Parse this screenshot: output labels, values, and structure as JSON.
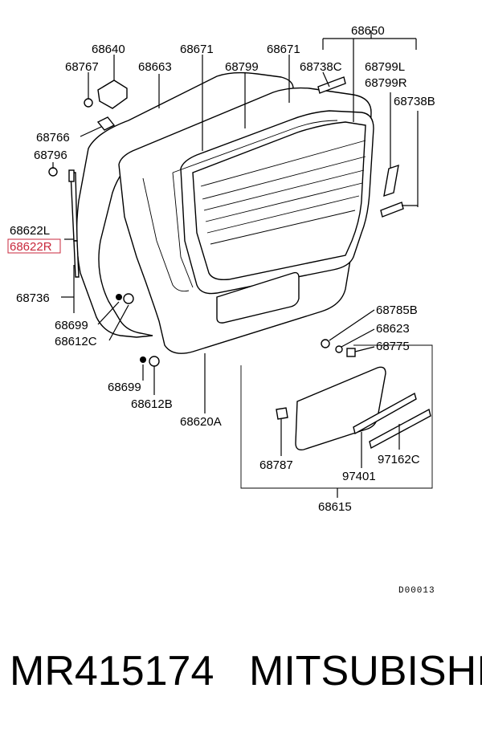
{
  "labels": {
    "l68650": "68650",
    "l68640": "68640",
    "l68671a": "68671",
    "l68671b": "68671",
    "l68767": "68767",
    "l68663": "68663",
    "l68799": "68799",
    "l68738C": "68738C",
    "l68799L": "68799L",
    "l68799R": "68799R",
    "l68738B": "68738B",
    "l68766": "68766",
    "l68796": "68796",
    "l68622L": "68622L",
    "l68622R": "68622R",
    "l68736": "68736",
    "l68699a": "68699",
    "l68612C": "68612C",
    "l68699b": "68699",
    "l68612B": "68612B",
    "l68620A": "68620A",
    "l68785B": "68785B",
    "l68623": "68623",
    "l68775": "68775",
    "l68787": "68787",
    "l97401": "97401",
    "l97162C": "97162C",
    "l68615": "68615"
  },
  "diagram_code": "D00013",
  "highlight_color": "#c8283c",
  "footer": {
    "part_number": "MR415174",
    "brand": "MITSUBISHI"
  }
}
